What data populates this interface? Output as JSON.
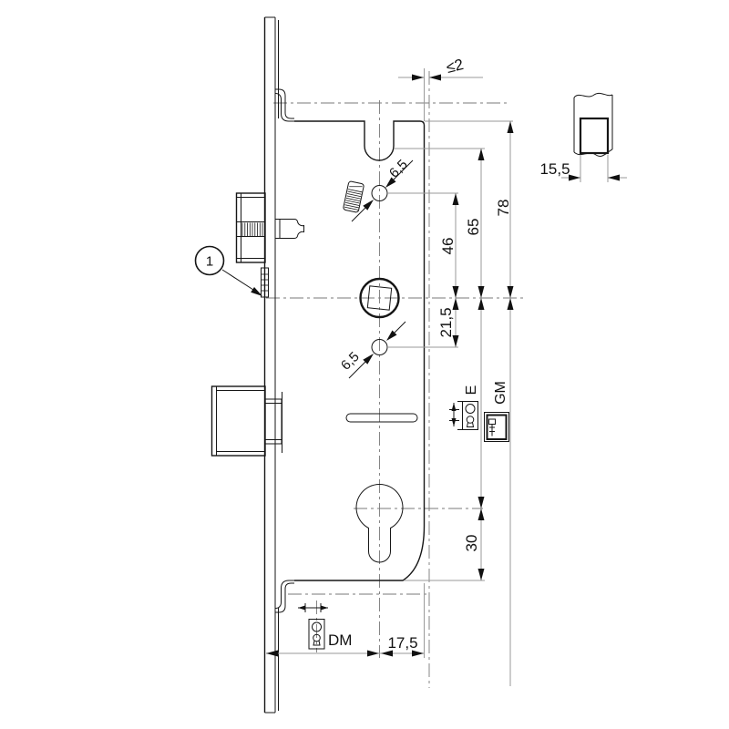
{
  "drawing": {
    "callout": {
      "number": "1"
    },
    "dimensions": {
      "gap_max": "≤2",
      "height_total": "78",
      "nut_to_spindle": "65",
      "hole_to_spindle": "46",
      "spindle_to_lower_hole": "21,5",
      "cylinder_to_bottom": "30",
      "spindle_to_case_edge": "17,5",
      "faceplate_section_width": "15,5",
      "hole_top_dia": "6,5",
      "hole_bottom_dia": "6,5"
    },
    "labels": {
      "backset": "DM",
      "handle_cylinder_distance": "E",
      "gear_center": "GM"
    }
  }
}
